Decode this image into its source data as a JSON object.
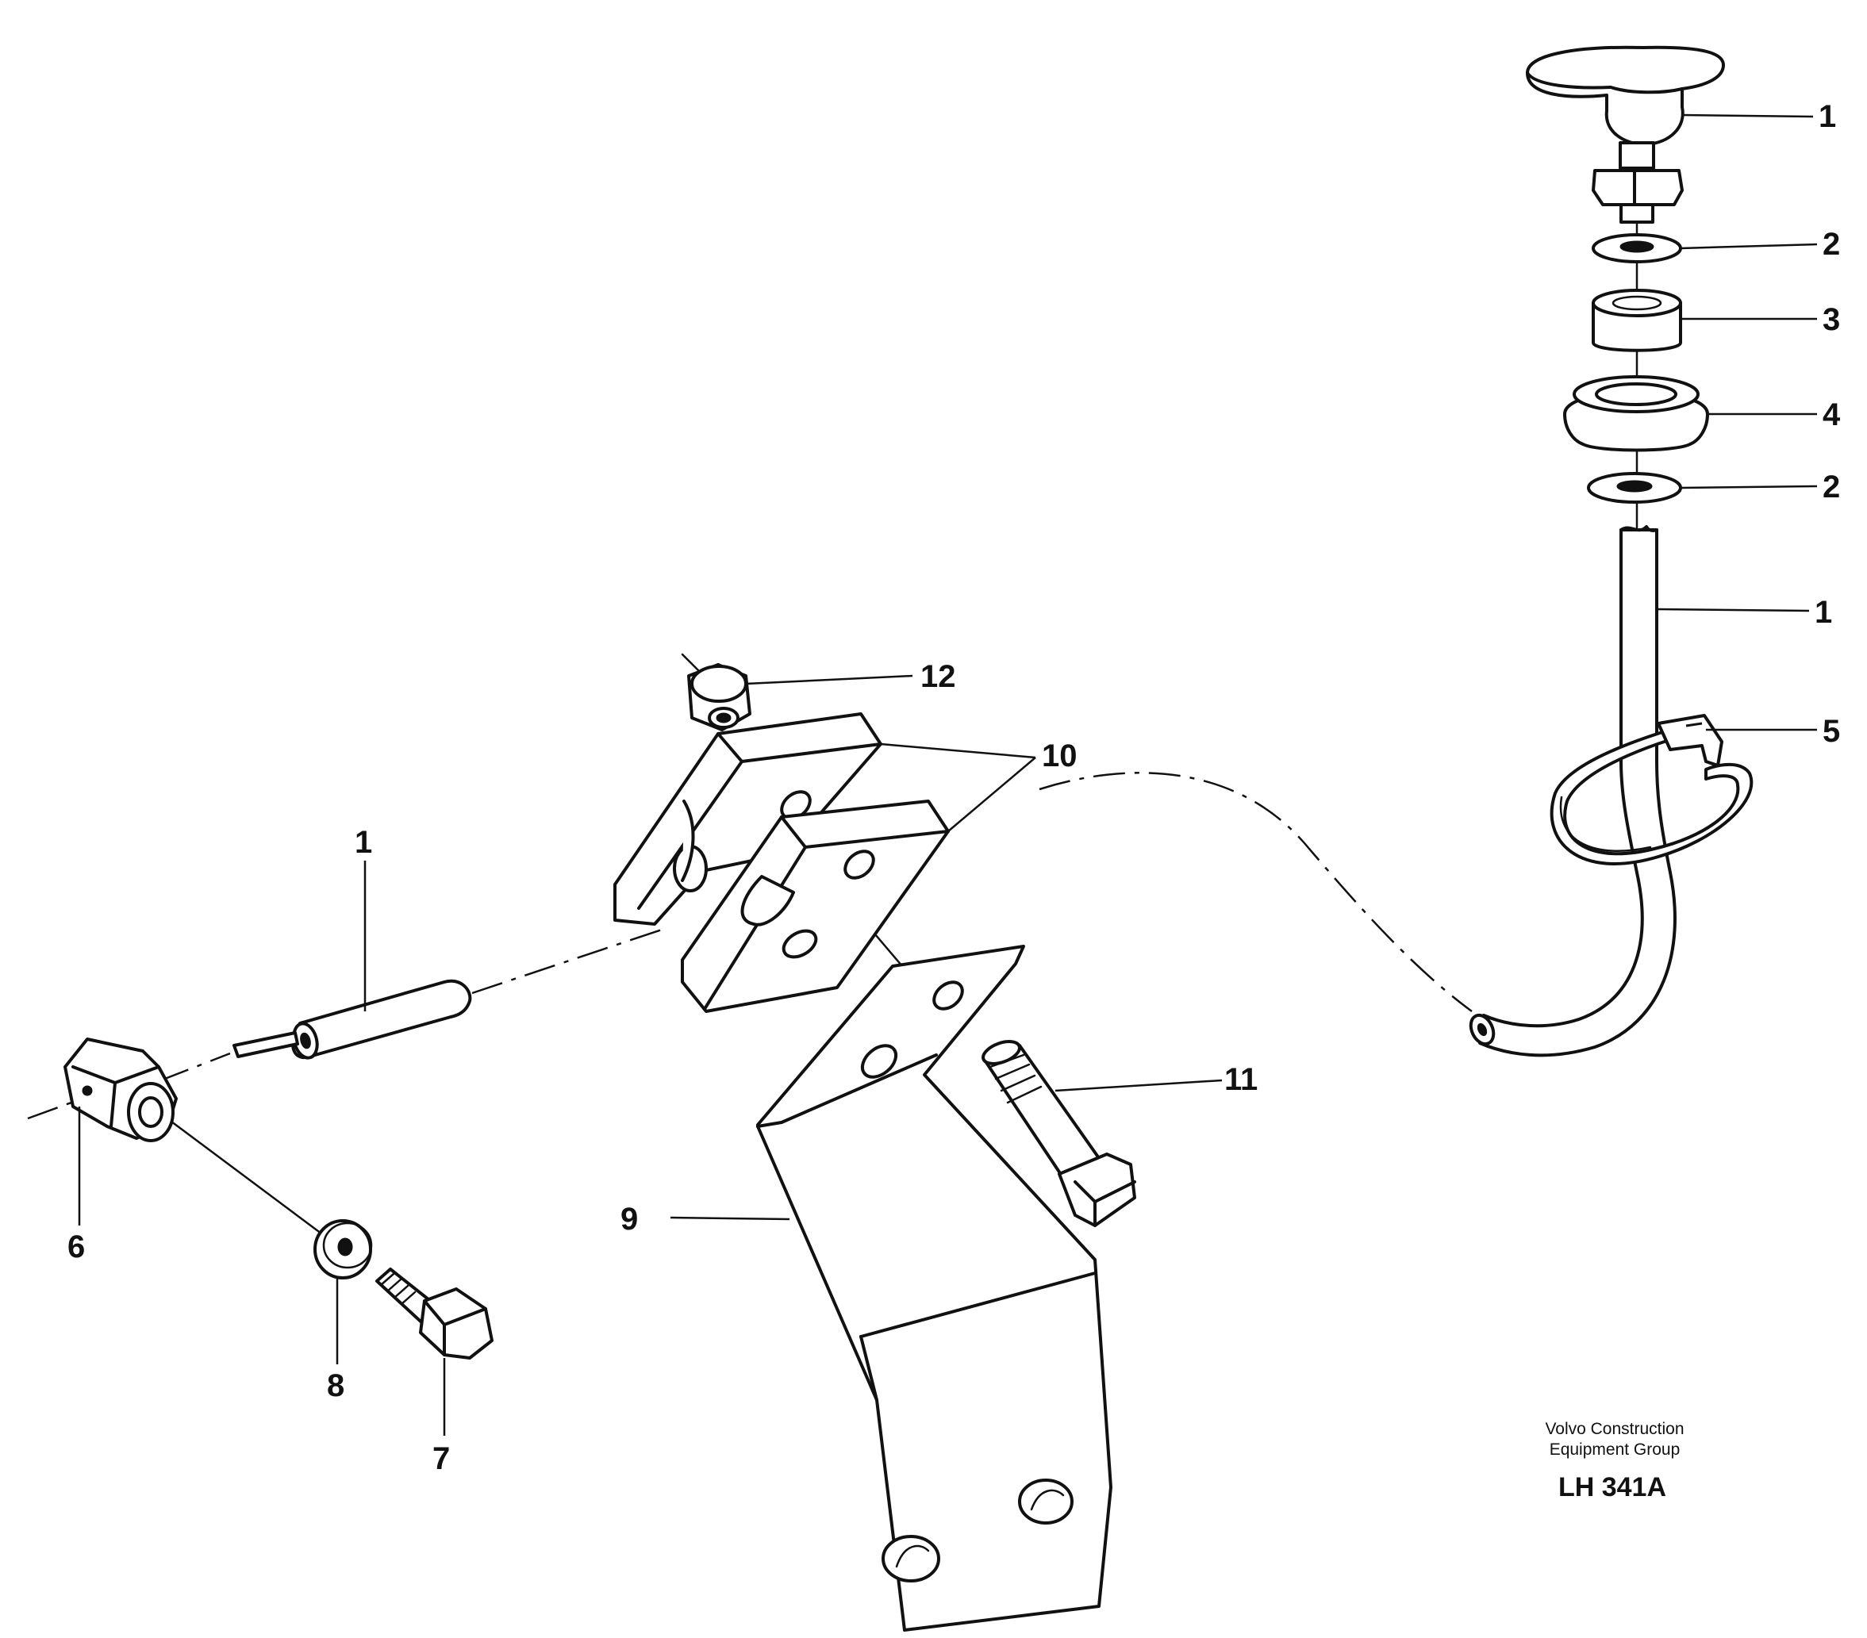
{
  "callouts": [
    {
      "id": "knob",
      "label": "1"
    },
    {
      "id": "washer-top",
      "label": "2"
    },
    {
      "id": "bushing",
      "label": "3"
    },
    {
      "id": "grommet",
      "label": "4"
    },
    {
      "id": "washer-bottom",
      "label": "2"
    },
    {
      "id": "cable-upper",
      "label": "1"
    },
    {
      "id": "cable-tie",
      "label": "5"
    },
    {
      "id": "nut",
      "label": "12"
    },
    {
      "id": "clamp-halves",
      "label": "10"
    },
    {
      "id": "cable-end",
      "label": "1"
    },
    {
      "id": "screw",
      "label": "11"
    },
    {
      "id": "bracket",
      "label": "9"
    },
    {
      "id": "fitting",
      "label": "6"
    },
    {
      "id": "washer-small",
      "label": "8"
    },
    {
      "id": "bolt",
      "label": "7"
    }
  ],
  "publisher": {
    "line1": "Volvo Construction",
    "line2": "Equipment Group",
    "drawing_number": "LH 341A"
  }
}
